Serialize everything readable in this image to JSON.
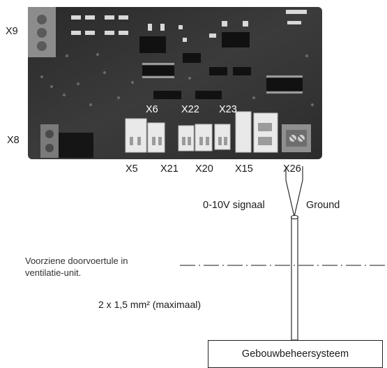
{
  "board": {
    "connectors_left": [
      "X9",
      "X8"
    ],
    "connectors_on_board": [
      "X6",
      "X22",
      "X23"
    ],
    "connectors_bottom": [
      "X5",
      "X21",
      "X20",
      "X15",
      "X26"
    ]
  },
  "wiring": {
    "signal_label": "0-10V signaal",
    "ground_label": "Ground",
    "cable_spec": "2 x 1,5 mm² (maximaal)"
  },
  "wall": {
    "description_line1": "Voorziene doorvoertule in",
    "description_line2": "ventilatie-unit."
  },
  "destination": {
    "name": "Gebouwbeheersysteem"
  }
}
